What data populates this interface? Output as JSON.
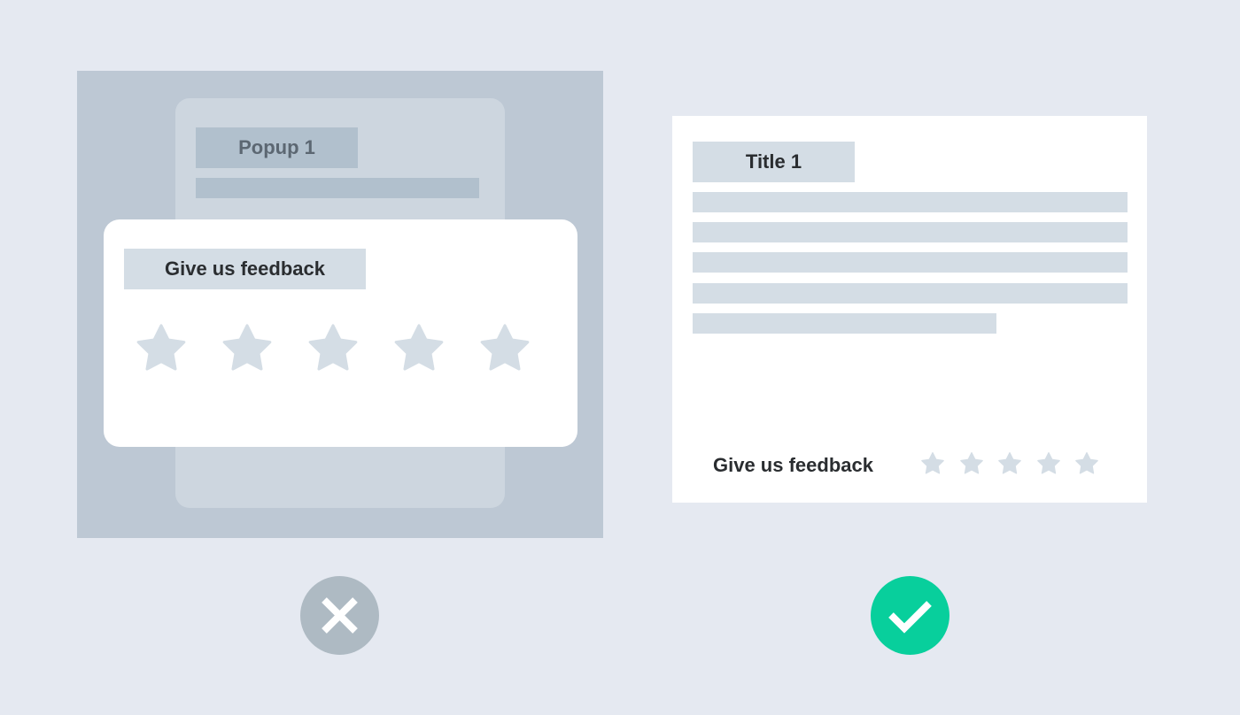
{
  "bad_example": {
    "background_popup": {
      "title": "Popup 1"
    },
    "feedback_popup": {
      "title": "Give us feedback",
      "star_count": 5
    },
    "verdict_icon": "cross-icon"
  },
  "good_example": {
    "page": {
      "title": "Title 1"
    },
    "inline_feedback": {
      "label": "Give us feedback",
      "star_count": 5
    },
    "verdict_icon": "checkmark-icon"
  },
  "colors": {
    "background": "#e5e9f1",
    "overlay": "#bdc8d4",
    "placeholder": "#d4dde5",
    "star": "#d4dde5",
    "bad": "#aebac3",
    "good": "#08cf9c",
    "text": "#2a2d30"
  }
}
